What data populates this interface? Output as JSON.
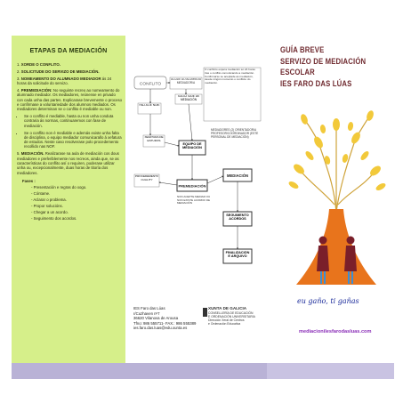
{
  "left": {
    "heading": "ETAPAS DA MEDIACIÓN",
    "steps": [
      {
        "num": "1.",
        "bold": "XORDE O CONFLITO.",
        "text": ""
      },
      {
        "num": "2.",
        "bold": "SOLICITUDE DO SERVIZO DE MEDIACIÓN.",
        "text": ""
      },
      {
        "num": "3.",
        "bold": "NOMEAMENTO DO ALUMNADO MEDIADOR",
        "text": " ás 24 horas da solicitude do servizo."
      },
      {
        "num": "4.",
        "bold": "PREMEDIACIÓN:",
        "text": " No seguinte recreo ao nomeamento do alumnado mediador. Os mediadores, reúnense en privado con cada unha das partes. Explicarase brevemente o proceso e confirmase a voluntariedade dos alumnos mediados. Os mediadores determinan se o conflito é mediable ou non."
      }
    ],
    "bullets": [
      "Se o conflito é mediable, hasta ou non unha conduta contraria ás normas, continuaremos con fase de mediación.",
      "Se o conflito non é mediable e además existe unha falta de disciplina, o equipo mediador comunicarallo á xefatura de estudos. Neste caso resolverase polo procedemento recollido nas NOF."
    ],
    "step5": {
      "num": "5.",
      "bold": "MEDIACIÓN.",
      "text": " Realizarase na aula de mediación cos dous mediadores e preferiblemente nos recreos, ainda que, se as características do conflito así o requiren, poderase utilizar unha ou, excepcionalmente, duas horas de titoría dos mediadores."
    },
    "fases_label": "Fases :",
    "fases": [
      "- Presentación e regras do xogo.",
      "- Cóntame.",
      "- Aclarar o problema.",
      "- Propor solucións.",
      "- Chegar a un acordo.",
      "- Seguimento dos acordos."
    ]
  },
  "diagram": {
    "note_right": "O conflicto espera mediación só 24 horas tras o conflito comunicando a mediación. Confirmarse se aceptade as mediación, desde ningún momento o conflicto do mediación.",
    "conflito": "CONFLITO",
    "acudir": "ACUDE AO ALUMNO/A MEDIADOR/A",
    "falta": "FALTA DE NOIE",
    "solicitude": "SOLICITUDE DE MEDIACIÓN",
    "xefatura": "XEFATURA DE ESTUDOS",
    "equipo": "EQUIPO DE MEDIACIÓN",
    "note_mid": "MEDIADORES (2) ORIENTADOR/A PROFESOR/COORDINADOR (ESTE PERSONAL DE MEDIACIÓN)",
    "procedemento": "PROCEDEMENTO CUALITY",
    "premediacion": "PREMEDIACIÓN",
    "mediacion": "MEDIACIÓN",
    "note_low": "NON ACEPTE MEDIAR OU NON EXISTE ACORDO DE MEDIACIÓN",
    "seguimento": "SEGUIMENTO ACORDOS",
    "finalizacion": "FINALIZACIÓN E ARQUIVO"
  },
  "contact": {
    "lines": [
      "IES Faro das Lúas",
      "r/Cuzhaven nº7",
      "36620 Vilanova de Arousa",
      "Tfno: 986 555711- FAX.: 986 555389",
      "ies.faro.das.luas@edu.xunta.es"
    ]
  },
  "xunta": {
    "title": "XUNTA DE GALICIA",
    "lines": [
      "CONSELLERÍA DE EDUCACIÓN",
      "E ORDENACIÓN UNIVERSITARIA",
      "Dirección Xeral de Centros",
      "e Ordenación Educativa"
    ]
  },
  "right": {
    "title_lines": [
      "GUÍA BREVE",
      "SERVIZO DE MEDIACIÓN ESCOLAR",
      "IES FARO DAS LÚAS"
    ],
    "slogan": "eu gaño, ti gañas",
    "website": "mediacionilesfarodasluas.com"
  },
  "colors": {
    "left_panel": "#d6ef8a",
    "title": "#6f2a2f",
    "tree_trunk": "#e8741c",
    "leaves": "#f2c93a",
    "slogan": "#1a2a9a",
    "website": "#8b2fb8",
    "bottom_band": "#b9b2d6"
  }
}
